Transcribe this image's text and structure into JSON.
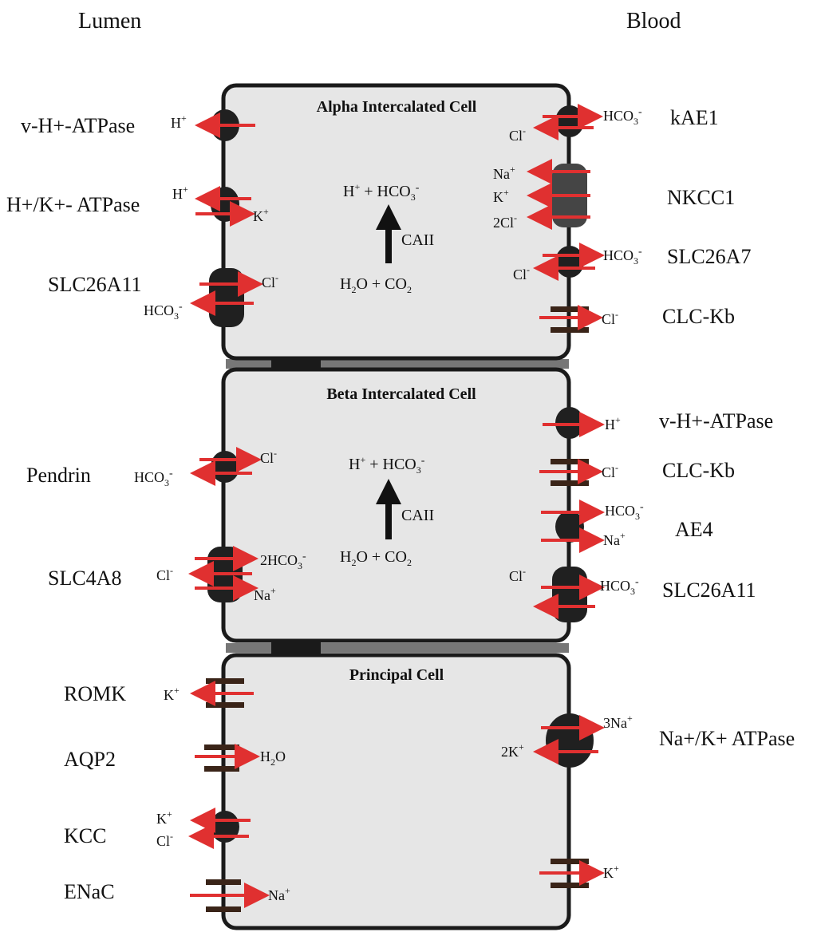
{
  "sides": {
    "lumen": "Lumen",
    "blood": "Blood"
  },
  "alpha": {
    "title": "Alpha Intercalated Cell",
    "eq_top_a": "H+",
    "eq_plus": "+",
    "eq_top_b": "HCO3-",
    "enzyme": "CAII",
    "eq_bot_a": "H2O",
    "eq_bot_b": "CO2",
    "left_labels": [
      "v-H+-ATPase",
      "H+/K+- ATPase",
      "SLC26A11"
    ],
    "right_labels": [
      "kAE1",
      "NKCC1",
      "SLC26A7",
      "CLC-Kb"
    ]
  },
  "beta": {
    "title": "Beta Intercalated Cell",
    "enzyme": "CAII",
    "left_labels": [
      "Pendrin",
      "SLC4A8"
    ],
    "right_labels": [
      "v-H+-ATPase",
      "CLC-Kb",
      "AE4",
      "SLC26A11"
    ]
  },
  "principal": {
    "title": "Principal Cell",
    "left_labels": [
      "ROMK",
      "AQP2",
      "KCC",
      "ENaC"
    ],
    "right_labels": [
      "Na+/K+ ATPase"
    ]
  },
  "ions": {
    "h": "H+",
    "k": "K+",
    "cl": "Cl-",
    "na": "Na+",
    "hco3": "HCO3-",
    "two_cl": "2Cl-",
    "two_hco3": "2HCO3-",
    "three_na": "3Na+",
    "two_k": "2K+",
    "h2o": "H2O"
  }
}
